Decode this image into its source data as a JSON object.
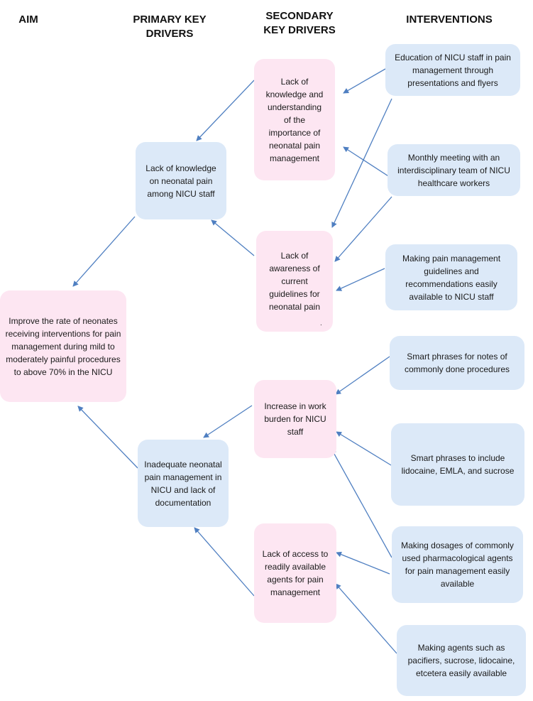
{
  "headers": {
    "aim": "AIM",
    "primary": "PRIMARY KEY DRIVERS",
    "secondary": "SECONDARY KEY DRIVERS",
    "interventions": "INTERVENTIONS"
  },
  "aim": {
    "text": "Improve the rate of neonates receiving interventions for pain management during mild to moderately painful procedures to above 70% in the NICU"
  },
  "primary_drivers": [
    {
      "text": "Lack of knowledge on neonatal pain among NICU staff"
    },
    {
      "text": "Inadequate neonatal pain management in NICU and lack of documentation"
    }
  ],
  "secondary_drivers": [
    {
      "text": "Lack of knowledge and understanding of the importance of neonatal pain management"
    },
    {
      "text": "Lack of awareness of current guidelines for neonatal pain"
    },
    {
      "text": "Increase in work burden for NICU staff"
    },
    {
      "text": "Lack of access to readily available agents for pain management"
    }
  ],
  "interventions": [
    {
      "text": "Education of NICU staff in pain management through presentations and flyers"
    },
    {
      "text": "Monthly meeting with an interdisciplinary team of NICU healthcare workers"
    },
    {
      "text": "Making pain management guidelines and recommendations easily available to NICU staff"
    },
    {
      "text": "Smart phrases for notes of commonly done procedures"
    },
    {
      "text": "Smart phrases to include lidocaine, EMLA, and sucrose"
    },
    {
      "text": "Making dosages of commonly used pharmacological agents for pain management easily available"
    },
    {
      "text": "Making agents such as pacifiers, sucrose, lidocaine, etcetera easily available"
    }
  ],
  "colors": {
    "blue_box": "#dce9f8",
    "pink_box": "#fde6f2",
    "arrow": "#4f7fc1"
  },
  "stray_mark": "."
}
